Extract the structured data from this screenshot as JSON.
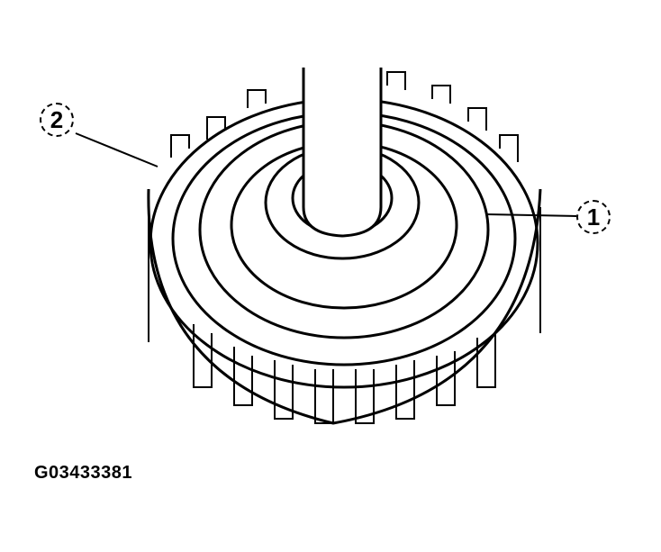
{
  "figure": {
    "id": "G03433381",
    "subject": "clutch drum with piston (line illustration)",
    "callouts": [
      {
        "number": "1",
        "target": "inner piston ring / seal"
      },
      {
        "number": "2",
        "target": "outer drum edge / seal"
      }
    ],
    "colors": {
      "line": "#000000",
      "background": "#ffffff"
    }
  }
}
